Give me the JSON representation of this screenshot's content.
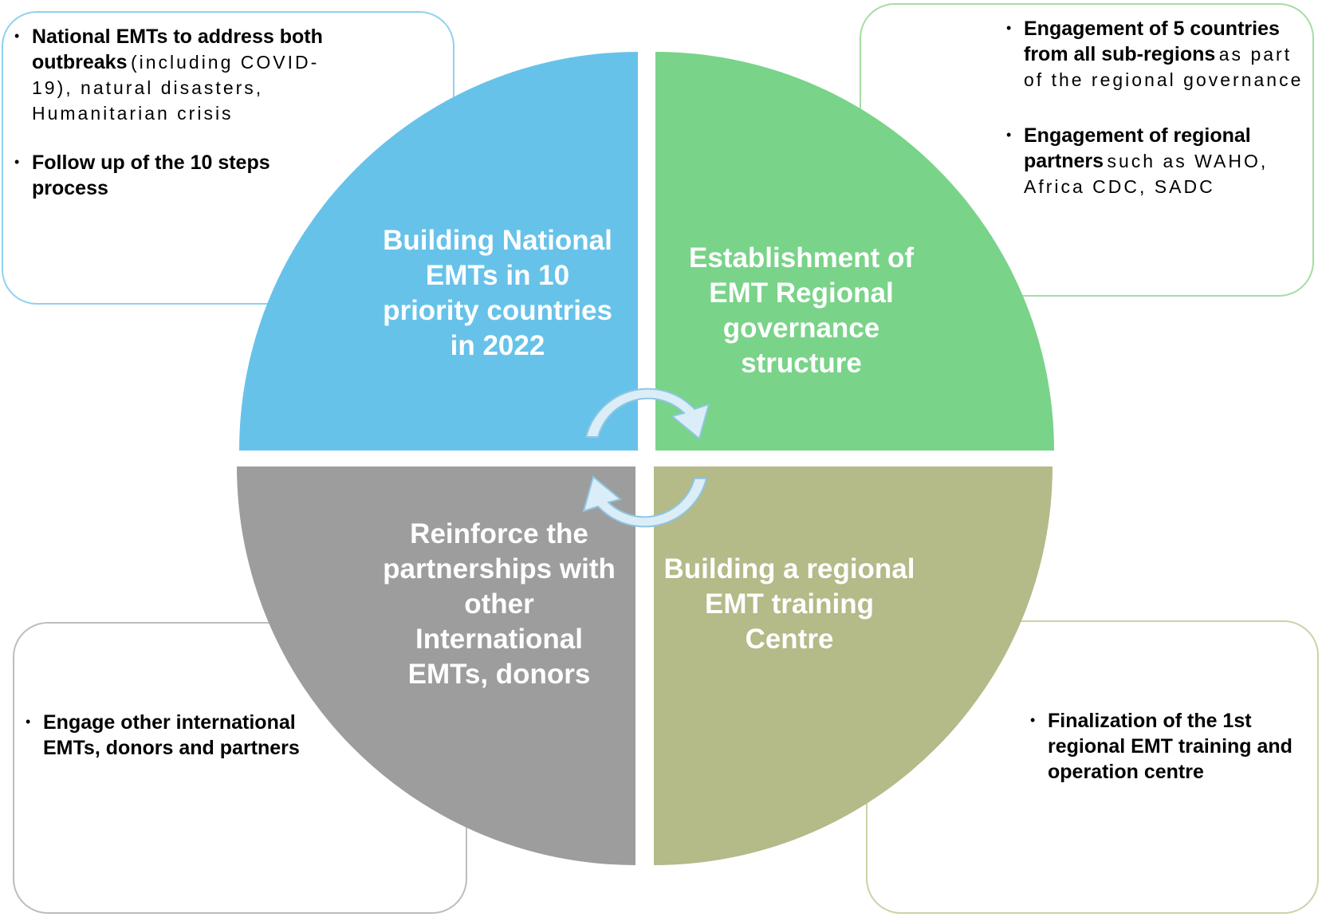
{
  "quadrants": {
    "top_left": {
      "label": "Building National EMTs in 10 priority countries in 2022",
      "color": "#67c2ea"
    },
    "top_right": {
      "label": "Establishment of EMT Regional governance structure",
      "color": "#79d389"
    },
    "bottom_left": {
      "label": "Reinforce the partnerships with other International EMTs, donors",
      "color": "#9d9d9d"
    },
    "bottom_right": {
      "label": "Building a regional EMT training Centre",
      "color": "#b4ba88"
    }
  },
  "callouts": {
    "top_left": {
      "items": [
        {
          "bold": "National EMTs to address both outbreaks",
          "regular": "(including COVID-19), natural disasters, Humanitarian crisis"
        },
        {
          "bold": "Follow up of the 10 steps process",
          "regular": ""
        }
      ]
    },
    "top_right": {
      "items": [
        {
          "bold": "Engagement of 5 countries from all sub-regions",
          "regular": "as part of the regional governance"
        },
        {
          "bold": "Engagement of regional partners",
          "regular": "such as WAHO, Africa CDC, SADC"
        }
      ]
    },
    "bottom_left": {
      "items": [
        {
          "bold": "Engage other international EMTs, donors and partners",
          "regular": ""
        }
      ]
    },
    "bottom_right": {
      "items": [
        {
          "bold": "Finalization of the 1st regional EMT training and operation centre",
          "regular": ""
        }
      ]
    }
  },
  "cycle_arrow_color": "#dbeef8",
  "cycle_arrow_stroke": "#8fc6e2"
}
